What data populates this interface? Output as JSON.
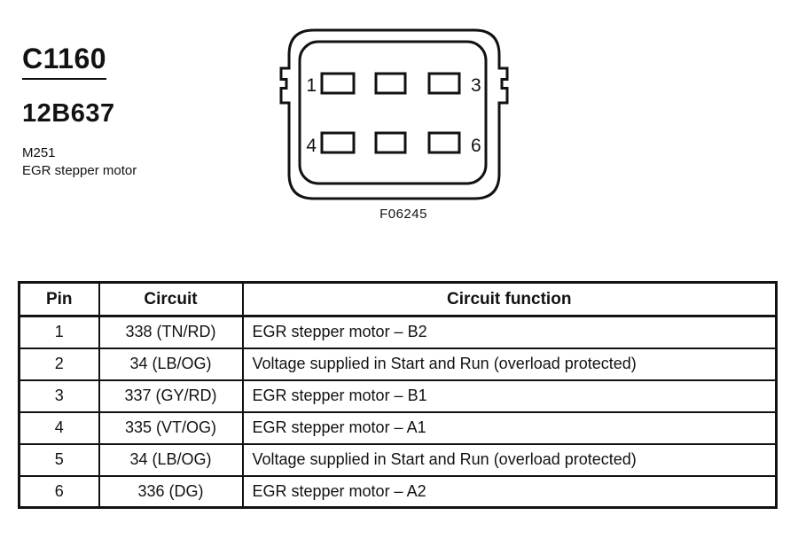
{
  "header": {
    "connector_id": "C1160",
    "part_number": "12B637",
    "component_code": "M251",
    "component_name": "EGR stepper motor"
  },
  "figure": {
    "caption": "F06245",
    "pin_labels": {
      "top_left": "1",
      "top_right": "3",
      "bottom_left": "4",
      "bottom_right": "6"
    }
  },
  "table": {
    "headers": [
      "Pin",
      "Circuit",
      "Circuit function"
    ],
    "rows": [
      [
        "1",
        "338 (TN/RD)",
        "EGR stepper motor – B2"
      ],
      [
        "2",
        "34 (LB/OG)",
        "Voltage supplied in Start and Run (overload protected)"
      ],
      [
        "3",
        "337 (GY/RD)",
        "EGR stepper motor – B1"
      ],
      [
        "4",
        "335 (VT/OG)",
        "EGR stepper motor – A1"
      ],
      [
        "5",
        "34 (LB/OG)",
        "Voltage supplied in Start and Run (overload protected)"
      ],
      [
        "6",
        "336 (DG)",
        "EGR stepper motor – A2"
      ]
    ]
  },
  "colors": {
    "ink": "#121212",
    "paper": "#ffffff"
  }
}
